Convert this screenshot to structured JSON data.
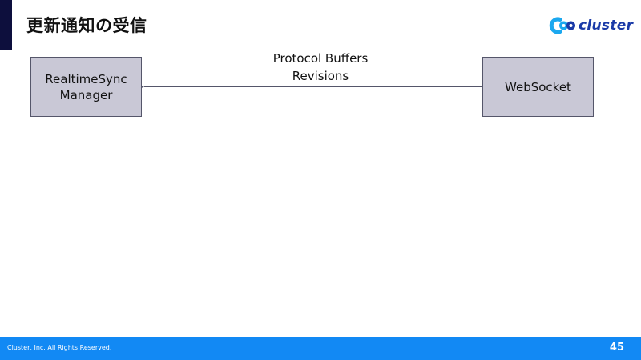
{
  "slide": {
    "title": "更新通知の受信",
    "brand": "cluster",
    "brand_color": "#1a3aa8",
    "accent_color": "#0d0f3d"
  },
  "diagram": {
    "nodes": [
      {
        "id": "realtime-sync-manager",
        "label": "RealtimeSync Manager"
      },
      {
        "id": "websocket",
        "label": "WebSocket"
      }
    ],
    "edge": {
      "from": "websocket",
      "to": "realtime-sync-manager",
      "label_line1": "Protocol Buffers",
      "label_line2": "Revisions"
    },
    "node_fill": "#c9c8d6",
    "node_border": "#55566a",
    "edge_color": "#55566a"
  },
  "footer": {
    "copyright": "Cluster, Inc. All Rights Reserved.",
    "page_number": "45",
    "background": "#1289f4"
  }
}
